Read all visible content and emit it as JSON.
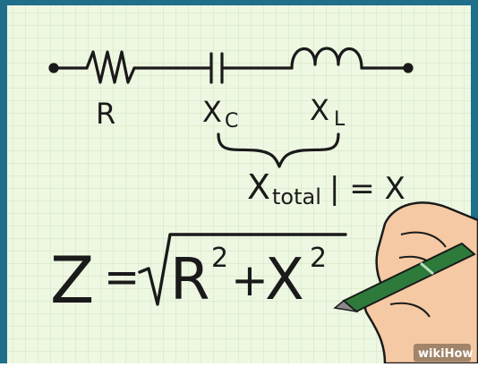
{
  "labels": {
    "resistor": "R",
    "capacitor_main": "X",
    "capacitor_sub": "C",
    "inductor_main": "X",
    "inductor_sub": "L",
    "total_main": "X",
    "total_sub": "total",
    "total_eq": "| = X",
    "z_lhs": "Z",
    "z_eq": "=",
    "z_r": "R",
    "z_r_sup": "2",
    "z_plus": "+",
    "z_x": "X",
    "z_x_sup": "2"
  },
  "watermark": "wikiHow",
  "colors": {
    "paper": "#eef7e2",
    "grid": "#cfe3c0",
    "frame": "#1f6f8b",
    "ink": "#1a1a1a",
    "skin": "#f4c9a3",
    "pen": "#2e7a3a"
  }
}
